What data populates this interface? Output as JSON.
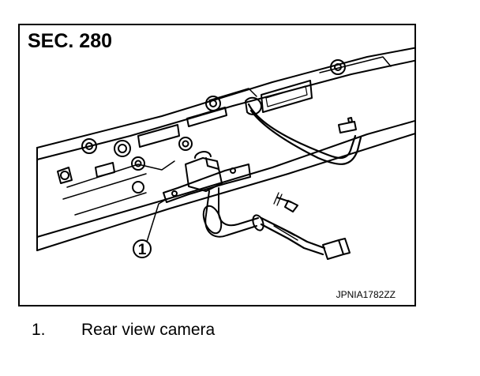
{
  "section_label": "SEC. 280",
  "figure_code": "JPNIA1782ZZ",
  "callouts": [
    {
      "id": "1"
    }
  ],
  "legend": [
    {
      "number": "1.",
      "label": "Rear view camera"
    }
  ]
}
